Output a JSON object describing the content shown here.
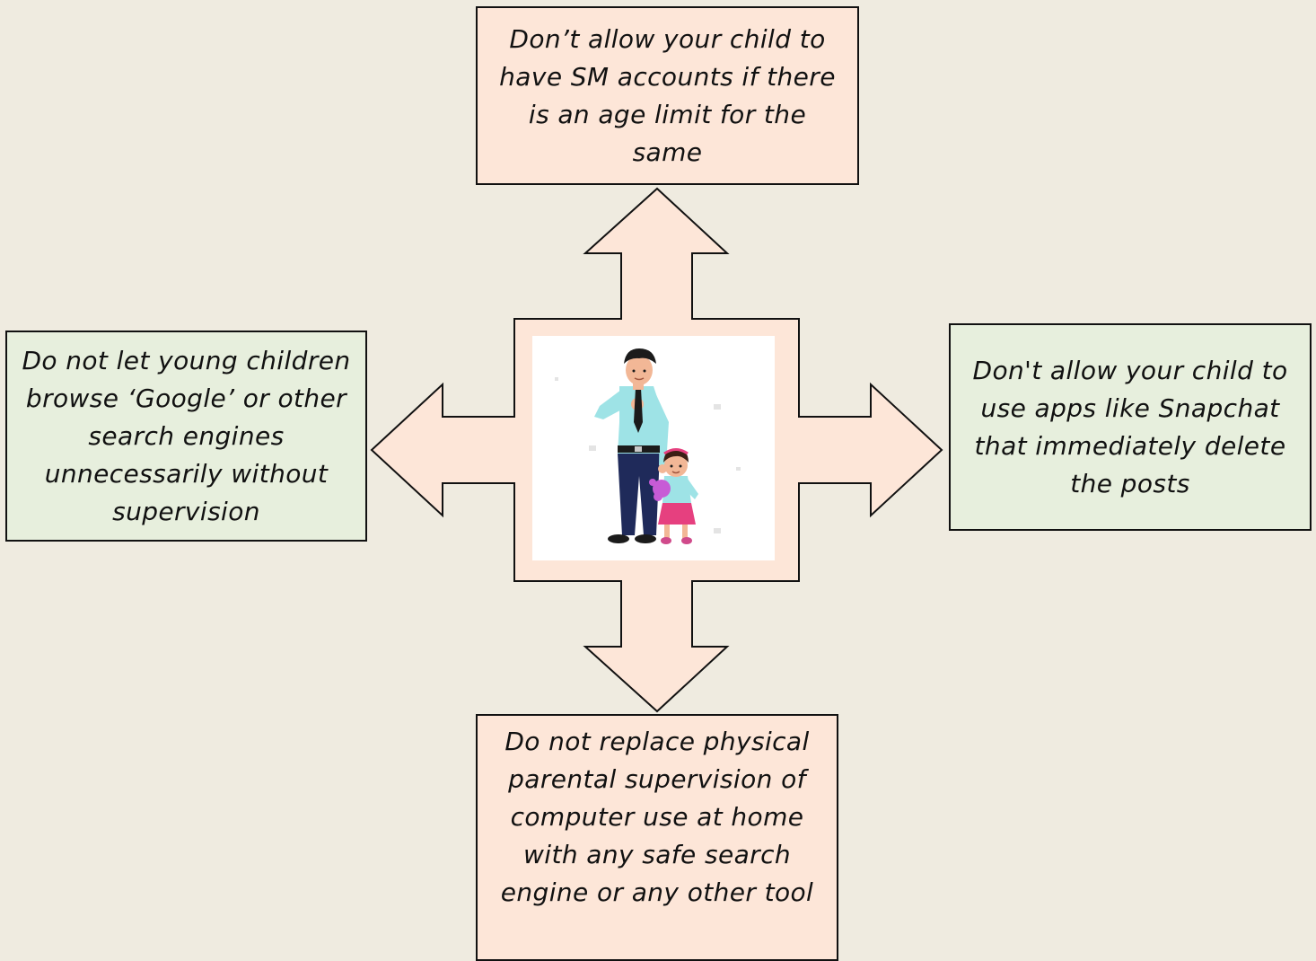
{
  "colors": {
    "background": "#efebe0",
    "arrow_fill": "#fde6d8",
    "arrow_stroke": "#111111",
    "peach_box": "#fde6d8",
    "green_box": "#e7efdd",
    "photo_background": "#ffffff"
  },
  "center_image": {
    "icon": "parent-and-child-illustration",
    "description_hidden": true
  },
  "boxes": {
    "top": "Don’t allow your child to have SM accounts if there is an age limit for the same",
    "left": "Do not let young children browse ‘Google’ or other search engines unnecessarily without supervision",
    "right": "Don't allow your child to use apps like Snapchat that immediately delete the posts",
    "bottom": "Do not replace physical parental supervision of computer use at home with any safe search engine or any other tool"
  }
}
